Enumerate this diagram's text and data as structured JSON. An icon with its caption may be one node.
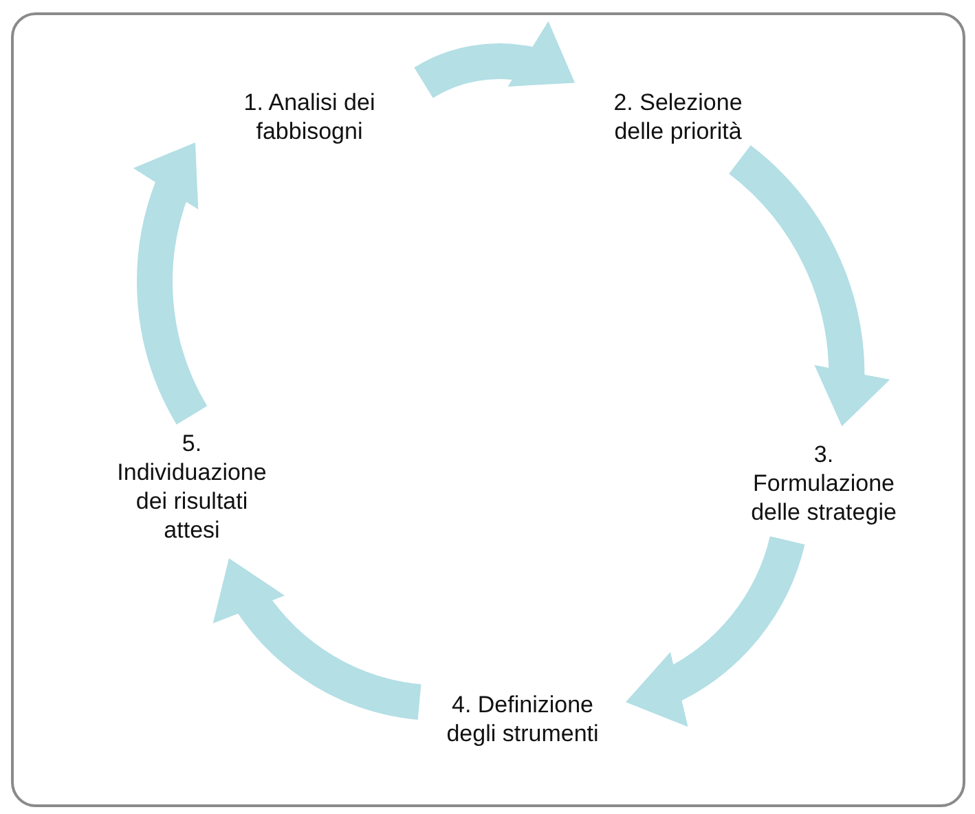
{
  "diagram": {
    "nodes": [
      {
        "text": [
          "1. Analisi dei fabbisogni"
        ]
      },
      {
        "text": [
          "2. Selezione delle priorità"
        ]
      },
      {
        "text": [
          "3. Formulazione delle strategie"
        ]
      },
      {
        "text": [
          "4. Definizione degli strumenti"
        ]
      },
      {
        "text": [
          "5. Individuazione dei risultati attesi"
        ]
      }
    ],
    "edges": [
      {
        "from": 0,
        "to": 1,
        "arrow": "to"
      },
      {
        "from": 1,
        "to": 2,
        "arrow": "to"
      },
      {
        "from": 2,
        "to": 3,
        "arrow": "to"
      },
      {
        "from": 3,
        "to": 4,
        "arrow": "to"
      },
      {
        "from": 4,
        "to": 0,
        "arrow": "to"
      }
    ]
  }
}
